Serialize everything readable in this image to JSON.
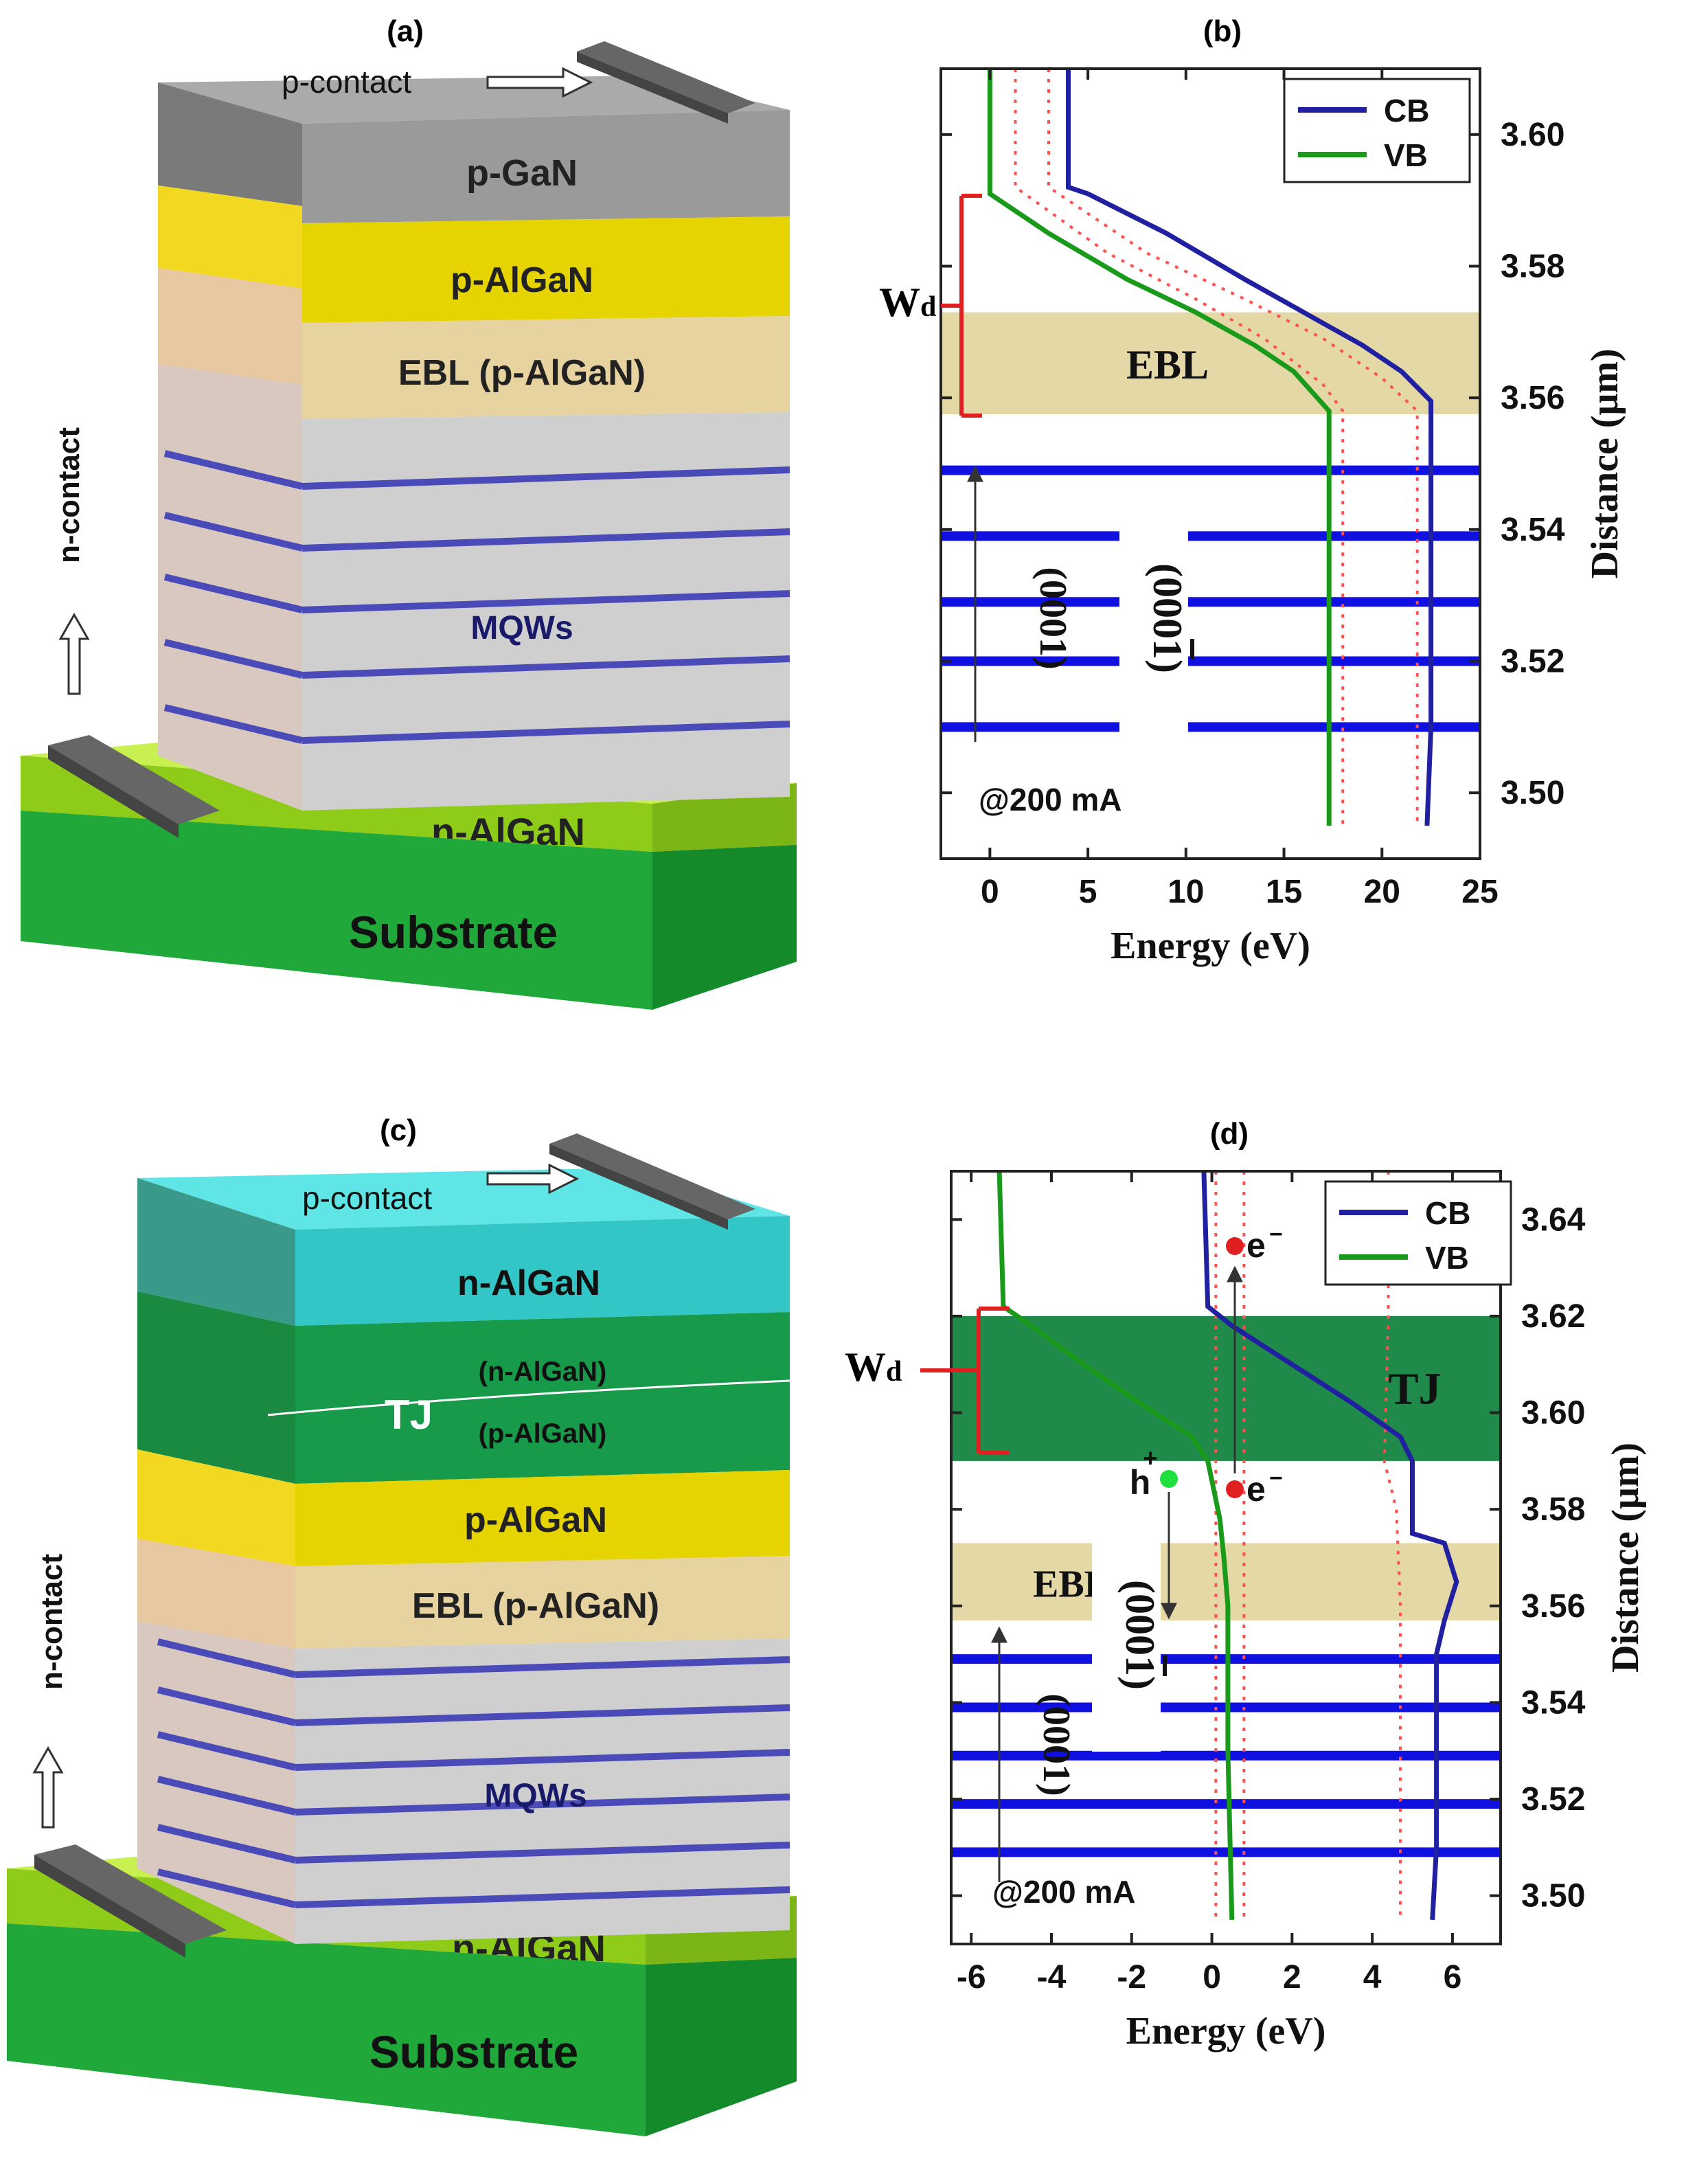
{
  "panel_a": {
    "label": "(a)",
    "p_contact": "p-contact",
    "n_contact": "n-contact",
    "layers": {
      "p_gan": "p-GaN",
      "p_algan": "p-AlGaN",
      "ebl": "EBL (p-AlGaN)",
      "mqws": "MQWs",
      "n_algan": "n-AlGaN",
      "substrate": "Substrate"
    },
    "colors": {
      "p_gan": "#9a9a9a",
      "p_algan": "#e6d400",
      "ebl": "#e6d3a0",
      "mqw_barrier": "#cfcfcf",
      "mqw_well": "#4a4ab8",
      "n_algan": "#8fcc1a",
      "substrate": "#1faa3a",
      "contact": "#666666"
    }
  },
  "panel_b": {
    "label": "(b)",
    "wd_label": "W",
    "wd_sub": "d",
    "ebl_label": "EBL",
    "orient_up": "(0001)",
    "orient_down": "(000",
    "orient_down_bar": "1",
    "orient_down_close": ")",
    "current": "@200 mA",
    "legend": [
      "CB",
      "VB"
    ],
    "xlabel": "Energy (eV)",
    "ylabel": "Distance (μm)",
    "xticks": [
      "0",
      "5",
      "10",
      "15",
      "20",
      "25"
    ],
    "yticks": [
      "3.60",
      "3.58",
      "3.56",
      "3.54",
      "3.52",
      "3.50"
    ],
    "colors": {
      "cb": "#2020a0",
      "vb": "#1a9a1a",
      "qw": "#1010e0",
      "ebl_band": "#e4d9a6",
      "fermi": "#ff5050"
    }
  },
  "panel_c": {
    "label": "(c)",
    "p_contact": "p-contact",
    "n_contact": "n-contact",
    "layers": {
      "n_algan_top": "n-AlGaN",
      "tj": "TJ",
      "tj_n": "(n-AlGaN)",
      "tj_p": "(p-AlGaN)",
      "p_algan": "p-AlGaN",
      "ebl": "EBL (p-AlGaN)",
      "mqws": "MQWs",
      "n_algan": "n-AlGaN",
      "substrate": "Substrate"
    },
    "colors": {
      "n_algan_top": "#33c6c6",
      "tj": "#179a4a"
    }
  },
  "panel_d": {
    "label": "(d)",
    "wd_label": "W",
    "wd_sub": "d",
    "tj_label": "TJ",
    "ebl_label": "EBL",
    "orient_up": "(0001)",
    "orient_down": "(000",
    "orient_down_bar": "1",
    "orient_down_close": ")",
    "current": "@200 mA",
    "legend": [
      "CB",
      "VB"
    ],
    "hole_label": "h",
    "hole_sup": "+",
    "electron_label": "e",
    "electron_sup": "−",
    "xlabel": "Energy (eV)",
    "ylabel": "Distance (μm)",
    "xticks": [
      "-6",
      "-4",
      "-2",
      "0",
      "2",
      "4",
      "6"
    ],
    "yticks": [
      "3.64",
      "3.62",
      "3.60",
      "3.58",
      "3.56",
      "3.54",
      "3.52",
      "3.50"
    ],
    "colors": {
      "tj_band": "#1f8a4a"
    }
  },
  "chart_data": [
    {
      "type": "line",
      "panel": "b",
      "xlabel": "Energy (eV)",
      "ylabel": "Distance (μm)",
      "xlim": [
        -2.5,
        25
      ],
      "ylim": [
        3.49,
        3.61
      ],
      "legend": "top-right",
      "series": [
        {
          "name": "CB",
          "points": [
            [
              4.0,
              3.61
            ],
            [
              4.0,
              3.592
            ],
            [
              5.0,
              3.591
            ],
            [
              9.0,
              3.585
            ],
            [
              13.0,
              3.578
            ],
            [
              16.0,
              3.573
            ],
            [
              19.0,
              3.568
            ],
            [
              21.0,
              3.564
            ],
            [
              22.5,
              3.5595
            ],
            [
              22.5,
              3.555
            ],
            [
              22.5,
              3.51
            ],
            [
              22.3,
              3.495
            ]
          ]
        },
        {
          "name": "VB",
          "points": [
            [
              0.0,
              3.61
            ],
            [
              0.0,
              3.591
            ],
            [
              3.0,
              3.585
            ],
            [
              7.0,
              3.578
            ],
            [
              10.5,
              3.573
            ],
            [
              13.5,
              3.568
            ],
            [
              15.5,
              3.564
            ],
            [
              17.3,
              3.558
            ],
            [
              17.3,
              3.53
            ],
            [
              17.3,
              3.5
            ],
            [
              17.3,
              3.495
            ]
          ]
        }
      ]
    },
    {
      "type": "line",
      "panel": "d",
      "xlabel": "Energy (eV)",
      "ylabel": "Distance (μm)",
      "xlim": [
        -6.5,
        7.2
      ],
      "ylim": [
        3.49,
        3.65
      ],
      "legend": "top-right",
      "series": [
        {
          "name": "CB",
          "points": [
            [
              -0.2,
              3.65
            ],
            [
              -0.1,
              3.622
            ],
            [
              0.5,
              3.618
            ],
            [
              2.0,
              3.61
            ],
            [
              3.5,
              3.602
            ],
            [
              4.7,
              3.595
            ],
            [
              5.0,
              3.59
            ],
            [
              5.0,
              3.575
            ],
            [
              5.8,
              3.573
            ],
            [
              6.1,
              3.565
            ],
            [
              5.8,
              3.557
            ],
            [
              5.6,
              3.55
            ],
            [
              5.6,
              3.51
            ],
            [
              5.5,
              3.495
            ]
          ]
        },
        {
          "name": "VB",
          "points": [
            [
              -5.3,
              3.65
            ],
            [
              -5.2,
              3.622
            ],
            [
              -4.5,
              3.618
            ],
            [
              -3.2,
              3.61
            ],
            [
              -1.8,
              3.602
            ],
            [
              -0.5,
              3.595
            ],
            [
              -0.1,
              3.59
            ],
            [
              0.2,
              3.578
            ],
            [
              0.3,
              3.57
            ],
            [
              0.4,
              3.56
            ],
            [
              0.4,
              3.53
            ],
            [
              0.5,
              3.495
            ]
          ]
        }
      ]
    }
  ]
}
